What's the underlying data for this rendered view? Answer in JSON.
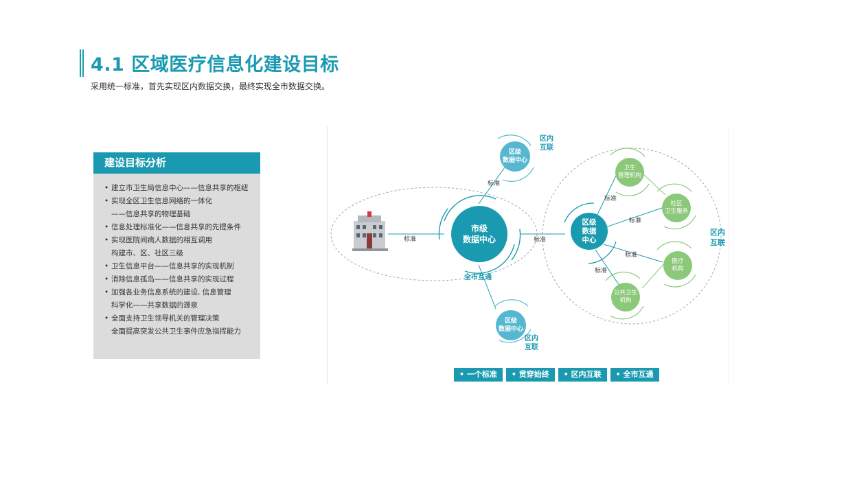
{
  "header": {
    "title": "4.1 区域医疗信息化建设目标",
    "subtitle": "采用统一标准，首先实现区内数据交换，最终实现全市数据交换。"
  },
  "panel": {
    "title": "建设目标分析",
    "items": [
      {
        "line1": "建立市卫生局信息中心——信息共享的枢纽"
      },
      {
        "line1": "实现全区卫生信息网络的一体化",
        "line2": "——信息共享的物理基础"
      },
      {
        "line1": "信息处理标准化——信息共享的先提条件"
      },
      {
        "line1": "实现医院间病人数据的相互调用",
        "line2": "构建市、区、社区三级"
      },
      {
        "line1": "卫生信息平台——信息共享的实现机制"
      },
      {
        "line1": "消除信息孤岛——信息共享的实现过程"
      },
      {
        "line1": "加强各业务信息系统的建设, 信息管理",
        "line2": "科学化——共享数据的源泉"
      },
      {
        "line1": "全面支持卫生领导机关的管理决策",
        "line2": "全面提高突发公共卫生事件应急指挥能力"
      }
    ]
  },
  "diagram": {
    "city_center": [
      "市级",
      "数据中心"
    ],
    "district_center_top": [
      "区级",
      "数据中心"
    ],
    "district_center_bottom": [
      "区级",
      "数据中心"
    ],
    "district_center_right": [
      "区级",
      "数据",
      "中心"
    ],
    "nodes": {
      "health_mgmt": [
        "卫生",
        "管理机构"
      ],
      "community": [
        "社区",
        "卫生服务"
      ],
      "medical": [
        "医疗",
        "机构"
      ],
      "public_health": [
        "公共卫生",
        "机构"
      ]
    },
    "standard_label": "标准",
    "inner_district_link": [
      "区内",
      "互联"
    ],
    "city_link": "全市互通",
    "tags": [
      "• 一个标准",
      "• 贯穿始终",
      "• 区内互联",
      "• 全市互通"
    ]
  },
  "colors": {
    "accent": "#1a9ab0",
    "district": "#55b8d0",
    "green": "#8cc87a",
    "panel_bg": "#dcdcdc"
  }
}
